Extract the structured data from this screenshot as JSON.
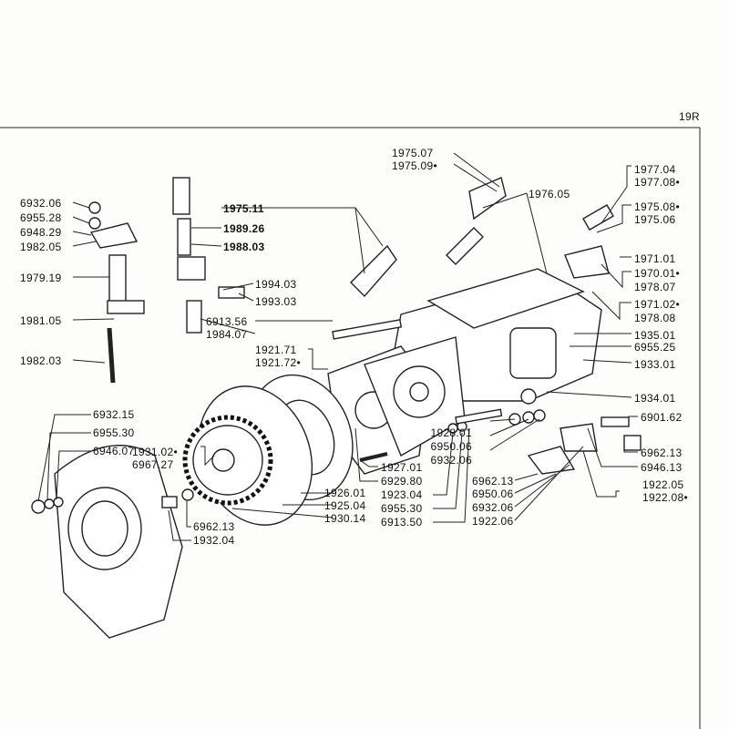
{
  "page_number": "19R",
  "labels": {
    "l1975_07": "1975.07",
    "l1975_09": "1975.09•",
    "l1976_05": "1976.05",
    "l1977_04": "1977.04",
    "l1977_08": "1977.08•",
    "l1975_08": "1975.08•",
    "l1975_06": "1975.06",
    "l1971_01": "1971.01",
    "l1970_01": "1970.01•",
    "l1978_07": "1978.07",
    "l1971_02": "1971.02•",
    "l1978_08": "1978.08",
    "l1935_01": "1935.01",
    "l6955_25": "6955.25",
    "l1933_01": "1933.01",
    "l1934_01": "1934.01",
    "l6932_06a": "6932.06",
    "l6955_28": "6955.28",
    "l6948_29": "6948.29",
    "l1982_05": "1982.05",
    "l1979_19": "1979.19",
    "l1981_05": "1981.05",
    "l1982_03": "1982.03",
    "l1975_11": "1975.11",
    "l1989_26": "1989.26",
    "l1988_03": "1988.03",
    "l1994_03": "1994.03",
    "l1993_03": "1993.03",
    "l6913_56": "6913.56",
    "l1984_07": "1984.07",
    "l1921_71": "1921.71",
    "l1921_72": "1921.72•",
    "l6932_15": "6932.15",
    "l6955_30a": "6955.30",
    "l6946_07": "6946.07",
    "l1931_02": "1931.02•",
    "l6967_27": "6967.27",
    "l1928_01": "1928.01",
    "l6950_06a": "6950.06",
    "l6932_06b": "6932.06",
    "l6901_62": "6901.62",
    "l6962_13a": "6962.13",
    "l6946_13": "6946.13",
    "l1922_05": "1922.05",
    "l1922_08": "1922.08•",
    "l1927_01": "1927.01",
    "l6929_80": "6929.80",
    "l1923_04": "1923.04",
    "l6955_30b": "6955.30",
    "l6913_50": "6913.50",
    "l6962_13b": "6962.13",
    "l6950_06b": "6950.06",
    "l6932_06c": "6932.06",
    "l1922_06": "1922.06",
    "l1926_01": "1926.01",
    "l1925_04": "1925.04",
    "l1930_14": "1930.14",
    "l6962_13c": "6962.13",
    "l1932_04": "1932.04"
  }
}
